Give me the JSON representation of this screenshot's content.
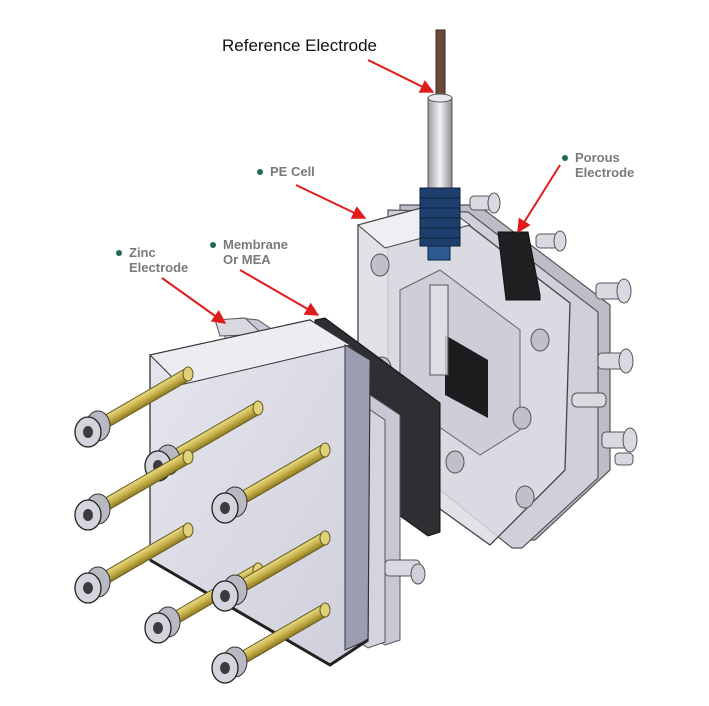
{
  "labels": {
    "reference": "Reference Electrode",
    "pe_cell": "PE Cell",
    "porous_1": "Porous",
    "porous_2": "Electrode",
    "zinc_1": "Zinc",
    "zinc_2": "Electrode",
    "membrane_1": "Membrane",
    "membrane_2": "Or MEA"
  },
  "colors": {
    "arrow": "#e01b1b",
    "label_text": "#7a7a7a",
    "label_dot": "#1f6b4f",
    "plate": "#d9d9e4",
    "bolt": "#c9b24a"
  }
}
